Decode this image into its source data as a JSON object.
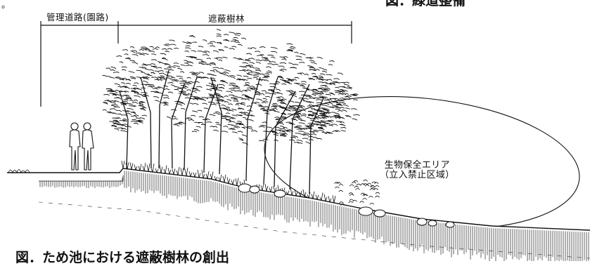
{
  "fragment_top_left": "。",
  "fragment_top_right": "図．緑道整備",
  "labels": {
    "management_road": "管理道路(園路)",
    "screening_forest": "遮蔽樹林",
    "conservation_area_line1": "生物保全エリア",
    "conservation_area_line2": "（立入禁止区域）"
  },
  "caption": "図．ため池における遮蔽樹林の創出"
}
